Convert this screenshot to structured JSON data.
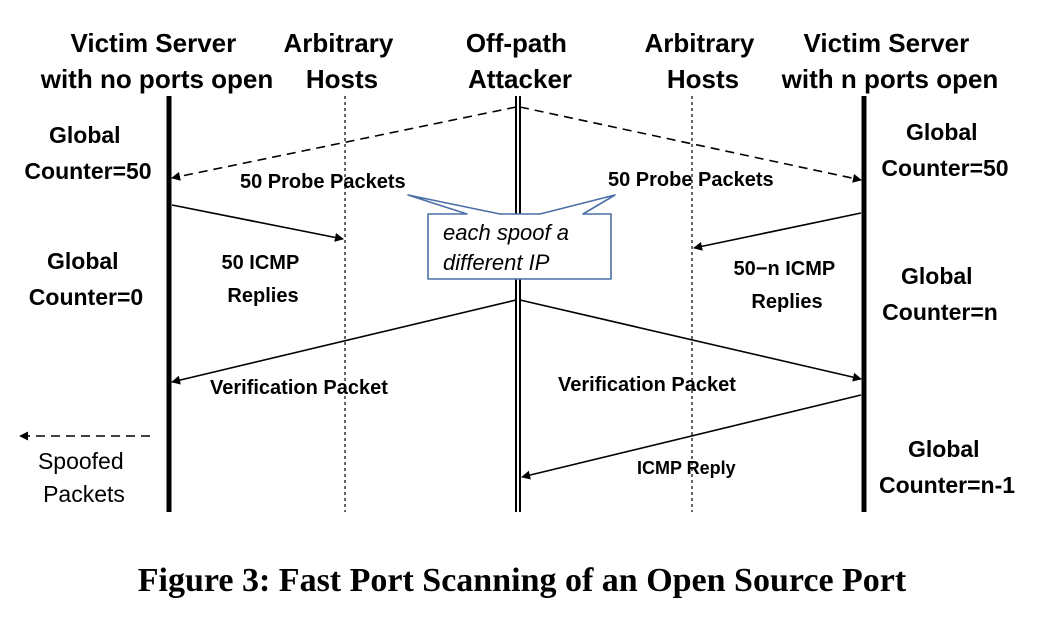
{
  "columns": {
    "victim_closed": [
      "Victim Server",
      "with no ports open"
    ],
    "hosts_left": [
      "Arbitrary",
      "Hosts"
    ],
    "attacker": [
      "Off-path",
      "Attacker"
    ],
    "hosts_right": [
      "Arbitrary",
      "Hosts"
    ],
    "victim_open": [
      "Victim Server",
      "with n ports open"
    ]
  },
  "counters": {
    "left_initial": [
      "Global",
      "Counter=50"
    ],
    "left_after": [
      "Global",
      "Counter=0"
    ],
    "right_initial": [
      "Global",
      "Counter=50"
    ],
    "right_after": [
      "Global",
      "Counter=n"
    ],
    "right_final": [
      "Global",
      "Counter=n-1"
    ]
  },
  "messages": {
    "probe_left": "50 Probe Packets",
    "probe_right": "50 Probe Packets",
    "icmp_left": [
      "50 ICMP",
      "Replies"
    ],
    "icmp_right": [
      "50−n ICMP",
      "Replies"
    ],
    "verify_left": "Verification Packet",
    "verify_right": "Verification Packet",
    "icmp_reply": "ICMP Reply"
  },
  "callout": [
    "each spoof a",
    "different IP"
  ],
  "spoofed": [
    "Spoofed",
    "Packets"
  ],
  "caption": "Figure 3: Fast Port Scanning of an Open Source Port",
  "colors": {
    "callout_border": "#4a6fa5",
    "ink": "#000000"
  }
}
